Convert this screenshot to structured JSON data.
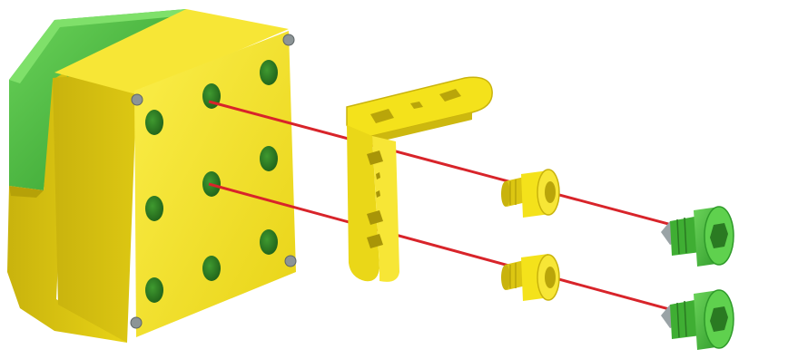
{
  "diagram": {
    "kind": "exploded-assembly",
    "parts": [
      {
        "id": "housing-block",
        "color": "yellow-green"
      },
      {
        "id": "l-bracket",
        "color": "yellow"
      },
      {
        "id": "spacer-bushing-1",
        "color": "yellow"
      },
      {
        "id": "spacer-bushing-2",
        "color": "yellow"
      },
      {
        "id": "socket-screw-1",
        "color": "green"
      },
      {
        "id": "socket-screw-2",
        "color": "green"
      }
    ],
    "assembly_lines": 2
  },
  "colors": {
    "yellow": "#f4e21b",
    "yellow_shade": "#d9c312",
    "yellow_dark": "#b9a50a",
    "green": "#4fc640",
    "green_shade": "#2f9a2a",
    "hole": "#2d7d22",
    "line": "#d8242a",
    "screw_tip": "#9aa3a6",
    "background": "#ffffff"
  },
  "icons": [
    "housing-block-icon",
    "bracket-icon",
    "bushing-icon",
    "screw-icon"
  ]
}
